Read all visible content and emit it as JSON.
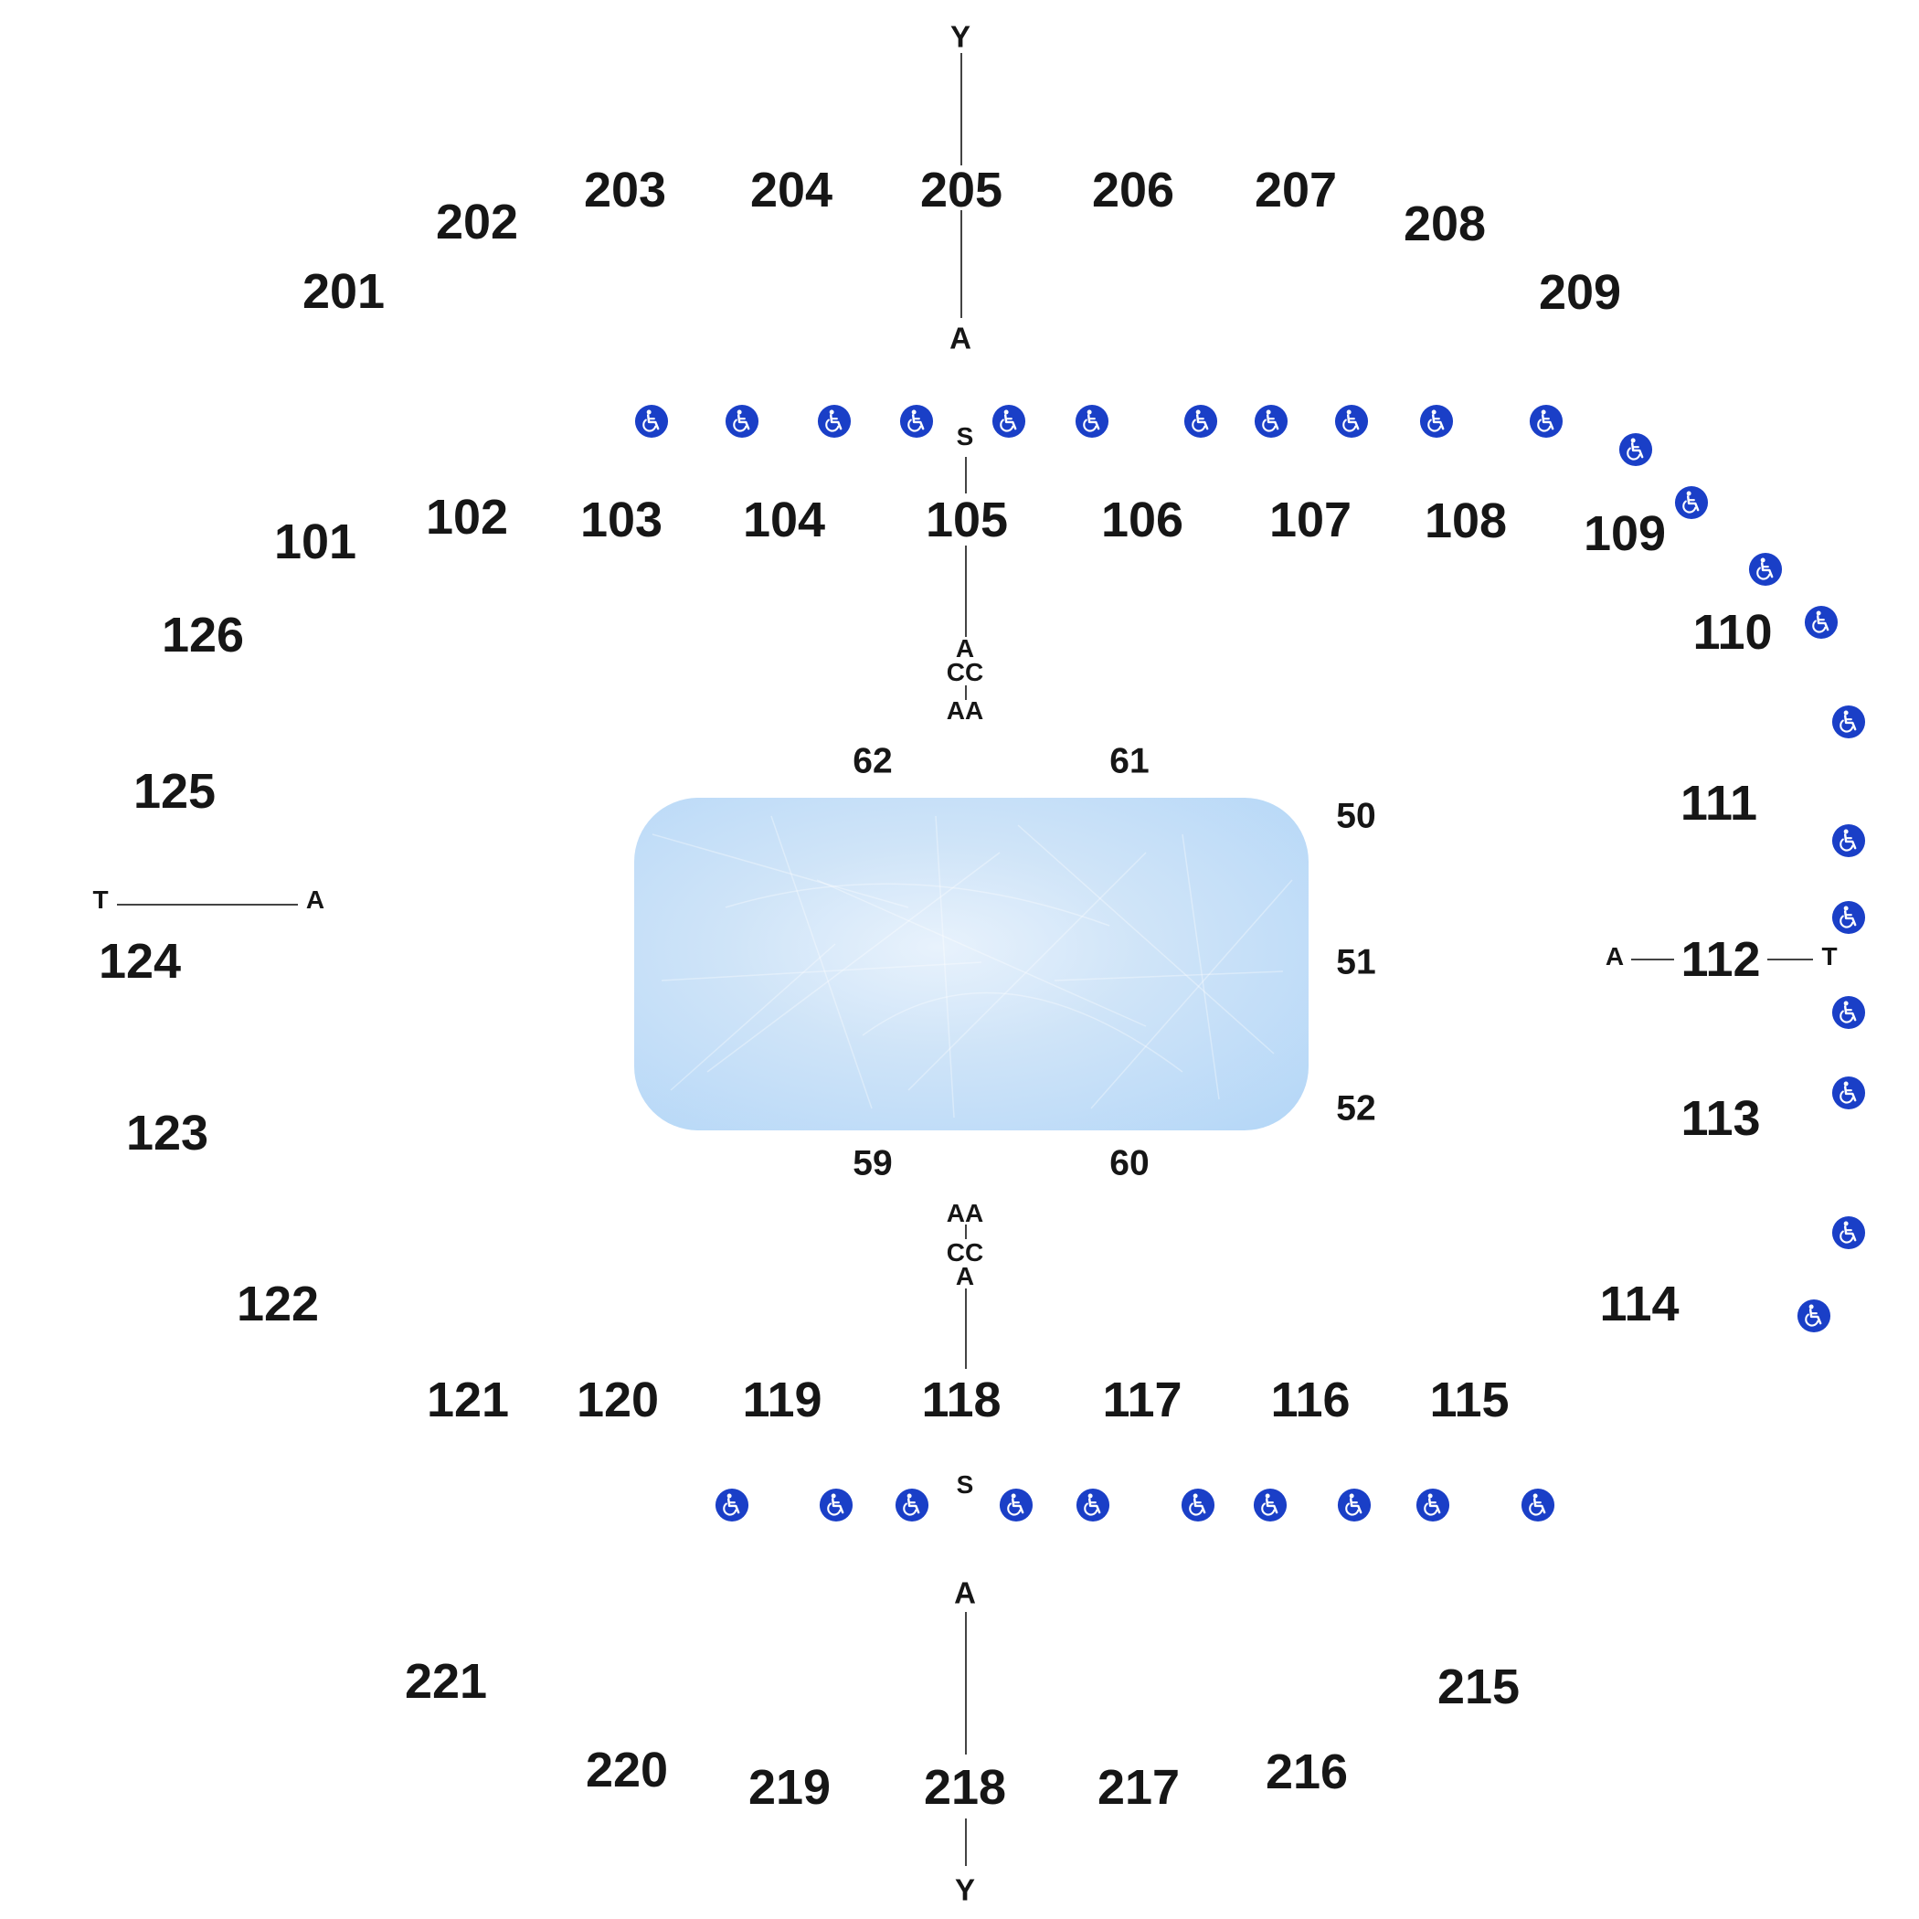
{
  "map": {
    "sections_upper": [
      "201",
      "202",
      "203",
      "204",
      "205",
      "206",
      "207",
      "208",
      "209",
      "215",
      "216",
      "217",
      "218",
      "219",
      "220",
      "221"
    ],
    "sections_lower": [
      "101",
      "102",
      "103",
      "104",
      "105",
      "106",
      "107",
      "108",
      "109",
      "110",
      "111",
      "112",
      "113",
      "114",
      "115",
      "116",
      "117",
      "118",
      "119",
      "120",
      "121",
      "122",
      "123",
      "124",
      "125",
      "126"
    ],
    "sections_floor": [
      "50",
      "51",
      "52",
      "59",
      "60",
      "61",
      "62"
    ],
    "row_labels": {
      "north_top": "Y",
      "north_a": "A",
      "north_s": "S",
      "north_inner_a": "A",
      "north_inner_cc": "CC",
      "north_inner_aa": "AA",
      "south_inner_aa": "AA",
      "south_inner_cc": "CC",
      "south_inner_a": "A",
      "south_s": "S",
      "south_a": "A",
      "south_bottom": "Y",
      "west_t": "T",
      "west_a": "A",
      "east_a": "A",
      "east_t": "T"
    },
    "icons": {
      "wheelchair": "wheelchair-accessible-icon"
    },
    "colors": {
      "wheelchair_bg": "#1a3fc7",
      "rink_fill": "#b3d6f7",
      "text": "#161616"
    }
  }
}
